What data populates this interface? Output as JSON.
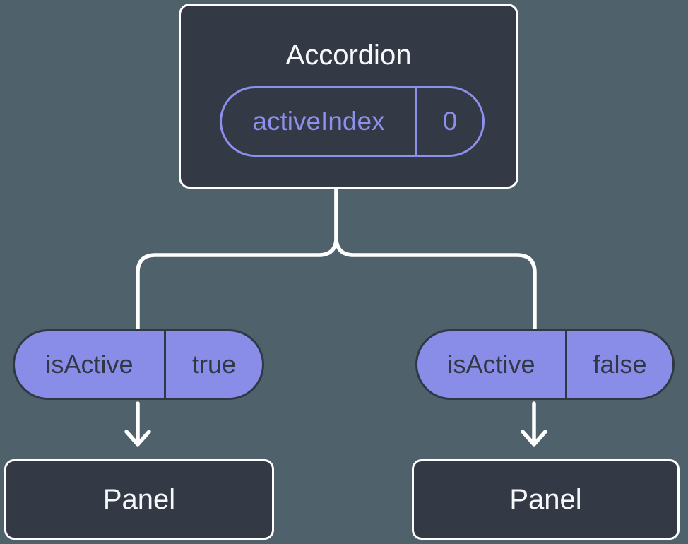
{
  "diagram": {
    "root": {
      "title": "Accordion",
      "state": {
        "label": "activeIndex",
        "value": "0"
      }
    },
    "branches": [
      {
        "prop": {
          "label": "isActive",
          "value": "true"
        },
        "child": {
          "title": "Panel"
        }
      },
      {
        "prop": {
          "label": "isActive",
          "value": "false"
        },
        "child": {
          "title": "Panel"
        }
      }
    ]
  },
  "colors": {
    "background": "#4F626B",
    "node_fill": "#333A46",
    "node_border": "#FFFFFF",
    "node_text": "#F7F8FA",
    "accent_outline": "#8D90EC",
    "pill_fill": "#8A8DE8",
    "pill_text": "#313845",
    "connector": "#FFFFFF"
  }
}
